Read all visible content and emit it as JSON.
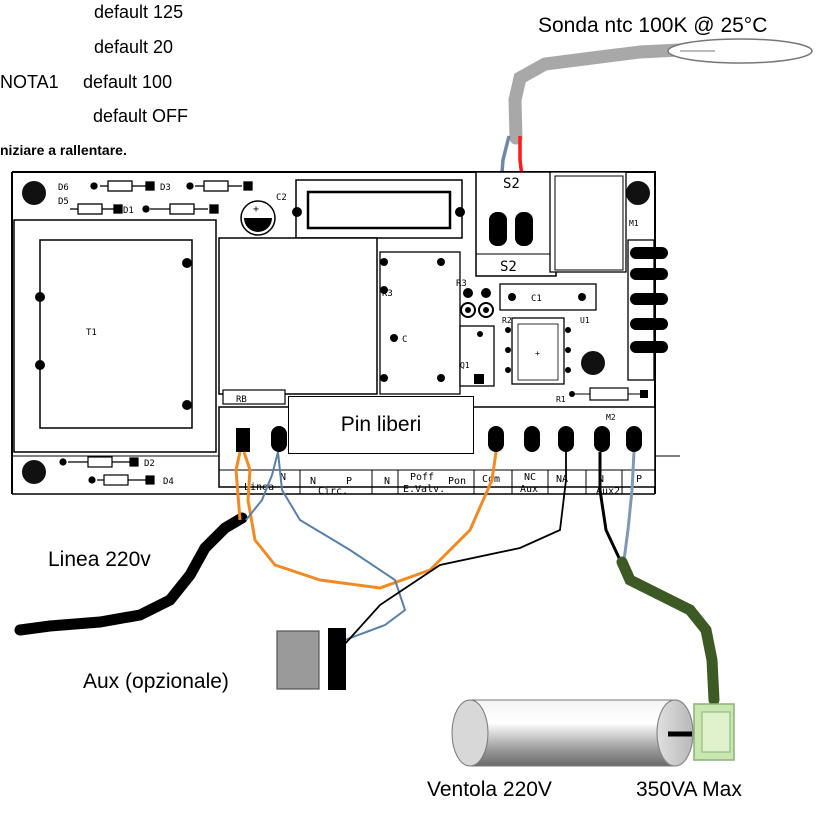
{
  "notes": {
    "line1": "default 125",
    "line2": "default  20",
    "line3_prefix": "NOTA1",
    "line3": "default  100",
    "line4": "default  OFF",
    "line5": "niziare a rallentare."
  },
  "labels": {
    "probe": "Sonda ntc 100K @ 25°C",
    "pin_liberi": "Pin liberi",
    "linea": "Linea 220v",
    "aux": "Aux (opzionale)",
    "fan": "Ventola  220V",
    "fan_power": "350VA Max"
  },
  "board_labels": {
    "d6": "D6",
    "d5": "D5",
    "d3": "D3",
    "d1": "D1",
    "c2": "C2",
    "t1": "T1",
    "k3": "K3",
    "c": "C",
    "r3": "R3",
    "c1": "C1",
    "r2": "R2",
    "u1": "U1",
    "q1": "Q1",
    "r1": "R1",
    "m1": "M1",
    "m2": "M2",
    "s2_top": "S2",
    "s2": "S2",
    "d2": "D2",
    "d4": "D4"
  },
  "terminal_labels": {
    "linea": "Linea",
    "n1": "N",
    "n2": "N",
    "circ": "Circ.",
    "p1": "P",
    "n3": "N",
    "poff": "Poff",
    "evalv": "E.Valv.",
    "pon": "Pon",
    "com": "Com",
    "nc": "NC",
    "aux1": "Aux",
    "na": "NA",
    "n4": "N",
    "aux2": "Aux2",
    "p2": "P"
  },
  "colors": {
    "black_wire": "#000000",
    "orange_wire": "#f08a24",
    "blue_wire": "#5b7fa6",
    "probe_grey": "#a8a8a8",
    "red_wire": "#ff1a1a",
    "green_cable": "#3d5a25",
    "connector_green": "#c8e8b0",
    "aux_grey": "#9a9a9a"
  }
}
